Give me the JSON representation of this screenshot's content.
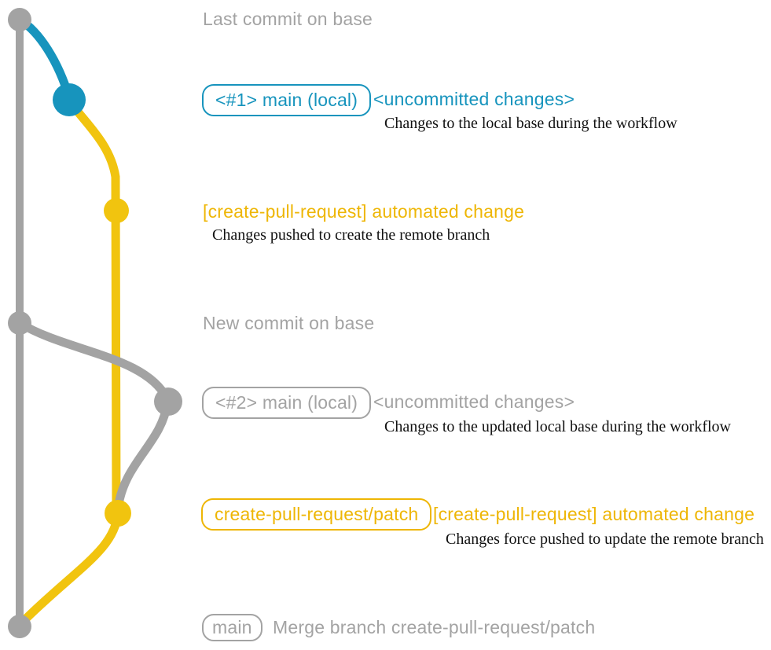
{
  "colors": {
    "gray": "#a3a3a3",
    "blue": "#1794bd",
    "graphYellow": "#f1c40f",
    "textYellow": "#eeb605",
    "black": "#111111",
    "background": "#ffffff"
  },
  "graph": {
    "branches": [
      {
        "id": "base",
        "color_key": "gray"
      },
      {
        "id": "main-local",
        "color_key": "blue"
      },
      {
        "id": "create-pull-request-patch",
        "color_key": "graphYellow"
      }
    ],
    "commit_dots": [
      {
        "id": "base-tip",
        "color_key": "gray"
      },
      {
        "id": "local-main-1",
        "color_key": "blue"
      },
      {
        "id": "patch-1",
        "color_key": "graphYellow"
      },
      {
        "id": "base-new",
        "color_key": "gray"
      },
      {
        "id": "local-main-2",
        "color_key": "gray"
      },
      {
        "id": "patch-2",
        "color_key": "graphYellow"
      },
      {
        "id": "merge",
        "color_key": "gray"
      }
    ]
  },
  "rows": {
    "row1": {
      "title": "Last commit on base"
    },
    "row2": {
      "badge": "<#1> main (local)",
      "heading": "<uncommitted changes>",
      "description": "Changes to the local base during the workflow"
    },
    "row3": {
      "heading": "[create-pull-request] automated change",
      "description": "Changes pushed to create the remote branch"
    },
    "row4": {
      "title": "New commit on base"
    },
    "row5": {
      "badge": "<#2> main (local)",
      "heading": "<uncommitted changes>",
      "description": "Changes to the updated local base during the workflow"
    },
    "row6": {
      "badge": "create-pull-request/patch",
      "heading": "[create-pull-request] automated change",
      "description": "Changes force pushed to update the remote branch"
    },
    "row7": {
      "badge": "main",
      "description": "Merge branch create-pull-request/patch"
    }
  }
}
